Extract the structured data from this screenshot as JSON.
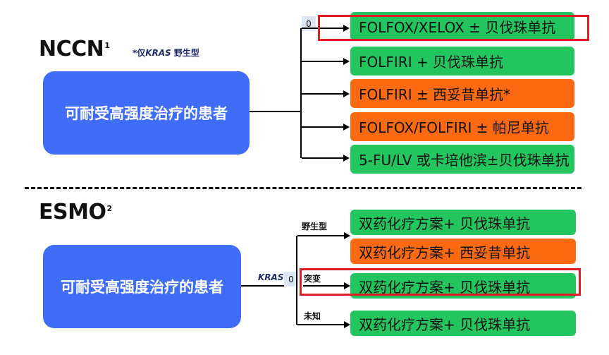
{
  "nccn": {
    "heading": "NCCN",
    "superscript": "1",
    "note_prefix": "*仅",
    "note_gene": "KRAS",
    "note_suffix": " 野生型",
    "patient_label": "可耐受高强度治疗的患者",
    "tag": "0",
    "options": [
      {
        "label": "FOLFOX/XELOX ± 贝伐珠单抗",
        "color": "#22c55e",
        "highlighted": true
      },
      {
        "label": "FOLFIRI + 贝伐珠单抗",
        "color": "#22c55e",
        "highlighted": false
      },
      {
        "label": "FOLFIRI ± 西妥昔单抗*",
        "color": "#fb6a10",
        "highlighted": false
      },
      {
        "label": "FOLFOX/FOLFIRI ± 帕尼单抗",
        "color": "#fb6a10",
        "highlighted": false
      },
      {
        "label": "5-FU/LV 或卡培他滨±贝伐珠单抗",
        "color": "#22c55e",
        "highlighted": false
      }
    ]
  },
  "esmo": {
    "heading": "ESMO",
    "superscript": "2",
    "patient_label": "可耐受高强度治疗的患者",
    "gene_label": "KRAS",
    "tag": "0",
    "branches": [
      "野生型",
      "突变",
      "未知"
    ],
    "options": [
      {
        "label": "双药化疗方案+ 贝伐珠单抗",
        "color": "#22c55e",
        "highlighted": false
      },
      {
        "label": "双药化疗方案+ 西妥昔单抗",
        "color": "#fb6a10",
        "highlighted": false
      },
      {
        "label": "双药化疗方案+ 贝伐珠单抗",
        "color": "#22c55e",
        "highlighted": true
      },
      {
        "label": "双药化疗方案+ 贝伐珠单抗",
        "color": "#22c55e",
        "highlighted": false
      }
    ]
  },
  "colors": {
    "patient_box": "#3f6df7",
    "green": "#22c55e",
    "orange": "#fb6a10",
    "highlight": "#e01b24"
  }
}
